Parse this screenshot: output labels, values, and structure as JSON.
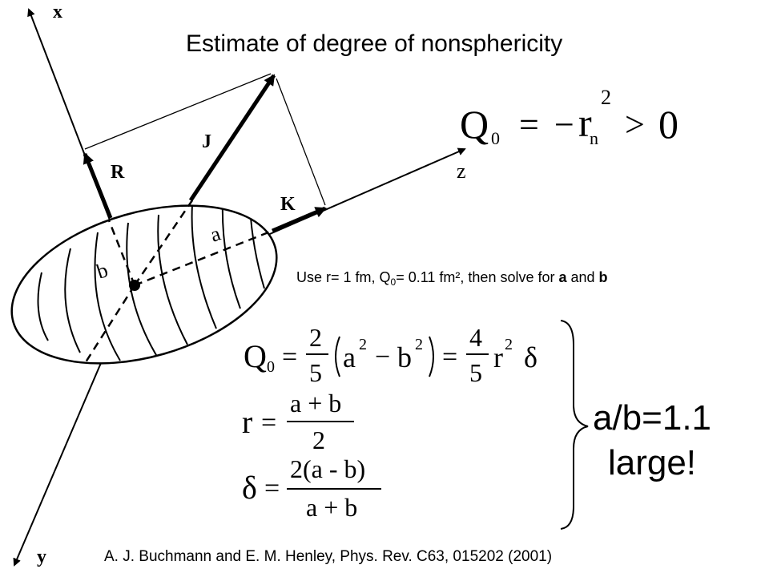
{
  "title": "Estimate of degree of nonsphericity",
  "axes": {
    "x": "x",
    "y": "y",
    "z": "z"
  },
  "vectors": {
    "R": "R",
    "J": "J",
    "K": "K"
  },
  "semi_axes": {
    "a": "a",
    "b": "b"
  },
  "main_equation": {
    "lhs": "Q",
    "lhs_sub": "0",
    "rel": "=",
    "minus": "−",
    "var": "r",
    "var_sub": "n",
    "exp": "2",
    "gt": ">",
    "rhs": "0"
  },
  "instruction": {
    "p1": "Use r= 1 fm, Q",
    "p1_sub": "0",
    "p2": "= 0.11 fm², then solve for ",
    "var_a": "a",
    "p3": " and ",
    "var_b": "b"
  },
  "equations": {
    "eq1": {
      "lhs": "Q",
      "lhs_sub": "0",
      "eq": "=",
      "frac_num": "2",
      "frac_den": "5",
      "a": "a",
      "exp": "2",
      "minus": "−",
      "b": "b",
      "eq2": "=",
      "frac2_num": "4",
      "frac2_den": "5",
      "r": "r",
      "delta": "δ"
    },
    "eq2": {
      "lhs": "r",
      "eq": "=",
      "num": "a + b",
      "den": "2"
    },
    "eq3": {
      "lhs": "δ",
      "eq": "=",
      "num": "2(a - b)",
      "den": "a + b"
    }
  },
  "result": {
    "ratio": "a/b=1.1",
    "comment": "large!"
  },
  "citation": "A. J. Buchmann  and E. M. Henley, Phys. Rev. C63, 015202 (2001)"
}
